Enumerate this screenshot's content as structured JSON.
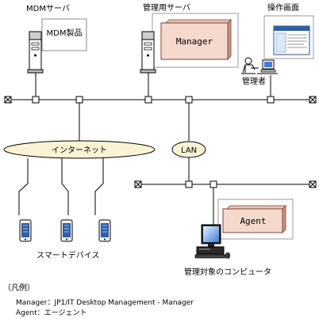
{
  "nodes": {
    "mdm_server": {
      "label": "MDMサーバ",
      "box_label": "MDM製品"
    },
    "mgmt_server": {
      "label": "管理用サーバ",
      "box_label": "Manager"
    },
    "operation_screen": {
      "label": "操作画面"
    },
    "administrator": {
      "label": "管理者"
    },
    "internet": {
      "label": "インターネット"
    },
    "lan": {
      "label": "LAN"
    },
    "smart_devices": {
      "label": "スマートデバイス"
    },
    "managed_computer": {
      "label": "管理対象のコンピュータ",
      "box_label": "Agent"
    }
  },
  "legend": {
    "title": "（凡例）",
    "items": [
      "Manager：JP1/IT Desktop Management - Manager",
      "Agent：エージェント"
    ]
  },
  "colors": {
    "box_fill": "#f5d9cc",
    "box_border": "#7a4636",
    "cloud_fill": "#fbf3d4",
    "device_blue": "#2f5fa6",
    "line": "#000000"
  }
}
